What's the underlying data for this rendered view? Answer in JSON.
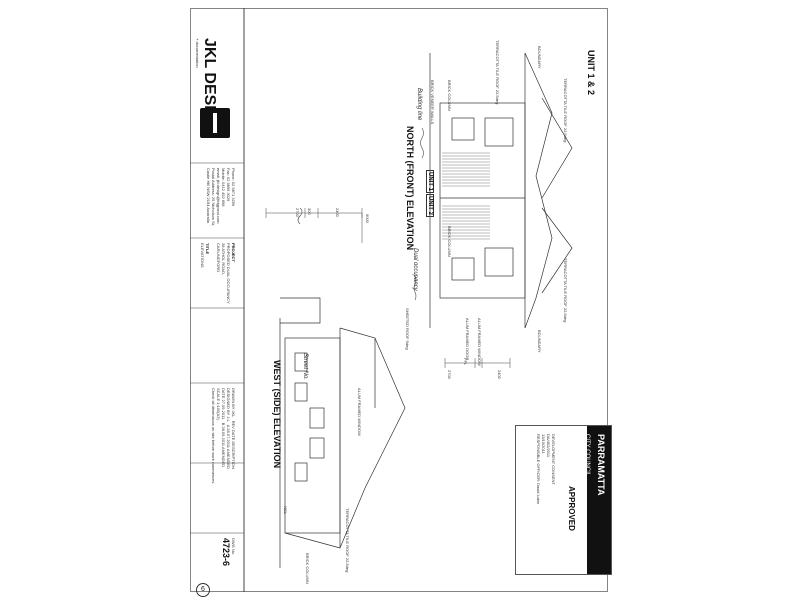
{
  "company": {
    "logo_name": "JKL DESIGN",
    "logo_sub": "+ documentation",
    "contact_lines": [
      "Phone: 02 9871 3299",
      "Fax: 02 9899 3029",
      "Mobile: 0412 452 698",
      "email: jkl.design@bigpond.com",
      "Postal Address: 29 Nicholson St,",
      "Castle Hill NSW 2154 Australia"
    ]
  },
  "project": {
    "label": "PROJECT",
    "lines": [
      "PROPOSED DUAL OCCUPANCY",
      "28 ATHOL ROAD,",
      "CARLINGFORD"
    ],
    "title_label": "TITLE",
    "title": "ELEVATIONS"
  },
  "drawing_info": {
    "drawn_by_label": "DRAWN BY",
    "drawn_by": "JKL",
    "designed_by_label": "DESIGNED BY",
    "designed_by": "J.L",
    "date_label": "DATE",
    "date": "27.09.2011",
    "scale_label": "SCALE",
    "scale": "1:100(A3)",
    "rev_header": "REV",
    "date_header": "DATE",
    "desc_header": "DESCRIPTION",
    "revisions": [
      {
        "rev": "A",
        "date": "28.07.2011",
        "desc": "AMENDED"
      },
      {
        "rev": "B",
        "date": "28.09.2011",
        "desc": "AMENDED"
      }
    ],
    "note": "Check all dimensions on site before work commences",
    "dwg_label": "DWG No.",
    "dwg_number": "4723-6"
  },
  "drawing": {
    "sheet_label": "UNIT 1 & 2",
    "north_elevation_title": "NORTH (FRONT) ELEVATION",
    "west_elevation_title": "WEST (SIDE) ELEVATION",
    "unit1": "UNIT 1",
    "unit2": "UNIT 2",
    "boundary": "BOUNDARY",
    "notes": {
      "roof_tile": "TERRACOTTA TILE ROOF 22.5deg",
      "brick_column": "BRICK COLUMN",
      "brick_veneer": "BRICK VENEER WALLS",
      "alum_window": "ALUM FRAMED WINDOW",
      "alum_door": "ALUM FRAMED DOOR",
      "ffl": "FFL",
      "ngl": "NGL",
      "sheet_roof": "SHEETED ROOF 5deg"
    },
    "dims": {
      "overall": "9000",
      "a": "2700",
      "b": "300",
      "c": "2400"
    },
    "handwritten": [
      "Building line",
      "Dual occupancy",
      "Street No."
    ]
  },
  "stamp": {
    "council": "PARRAMATTA",
    "council_sub": "CITY COUNCIL",
    "status": "APPROVED",
    "lines": [
      "DEVELOPMENT CONSENT",
      "DA/492/2011",
      "13/10/2011",
      "RESPONSIBLE OFFICER: David Lubin"
    ]
  },
  "page_number": "6"
}
